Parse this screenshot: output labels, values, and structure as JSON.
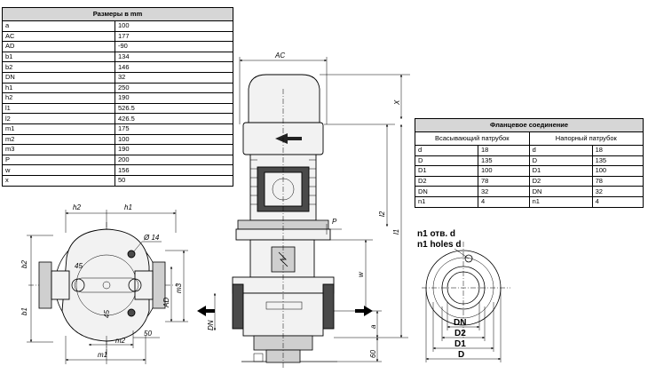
{
  "dimensions_table": {
    "title": "Размеры в mm",
    "rows": [
      [
        "a",
        "100"
      ],
      [
        "AC",
        "177"
      ],
      [
        "AD",
        "-90"
      ],
      [
        "b1",
        "134"
      ],
      [
        "b2",
        "146"
      ],
      [
        "DN",
        "32"
      ],
      [
        "h1",
        "250"
      ],
      [
        "h2",
        "190"
      ],
      [
        "l1",
        "526.5"
      ],
      [
        "l2",
        "426.5"
      ],
      [
        "m1",
        "175"
      ],
      [
        "m2",
        "100"
      ],
      [
        "m3",
        "190"
      ],
      [
        "P",
        "200"
      ],
      [
        "w",
        "156"
      ],
      [
        "x",
        "50"
      ]
    ]
  },
  "flange_table": {
    "title": "Фланцевое соединение",
    "suction_header": "Всасывающий патрубок",
    "discharge_header": "Напорный патрубок",
    "rows": [
      [
        "d",
        "18",
        "d",
        "18"
      ],
      [
        "D",
        "135",
        "D",
        "135"
      ],
      [
        "D1",
        "100",
        "D1",
        "100"
      ],
      [
        "D2",
        "78",
        "D2",
        "78"
      ],
      [
        "DN",
        "32",
        "DN",
        "32"
      ],
      [
        "n1",
        "4",
        "n1",
        "4"
      ]
    ]
  },
  "drawing_labels": {
    "h2": "h2",
    "h1": "h1",
    "b2": "b2",
    "b1": "b1",
    "phi14": "Ø 14",
    "d45a": "45",
    "d45b": "45",
    "ad": "AD",
    "m3": "m3",
    "m2": "m2",
    "m1": "m1",
    "d50": "50",
    "ac": "AC",
    "x": "X",
    "l2": "l2",
    "l1": "l1",
    "p": "P",
    "w": "w",
    "dn": "DN",
    "a": "a",
    "d60": "60",
    "holes_ru": "n1 отв. d",
    "holes_en": "n1 holes d",
    "f_dn": "DN",
    "f_d2": "D2",
    "f_d1": "D1",
    "f_d": "D"
  }
}
